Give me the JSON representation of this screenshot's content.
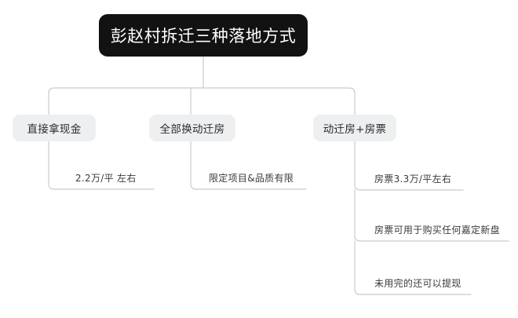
{
  "diagram": {
    "type": "org-tree",
    "orientation": "top-down",
    "background_color": "#ffffff",
    "connector_color": "#c9cbcd",
    "root": {
      "label": "彭赵村拆迁三种落地方式",
      "background_color": "#121212",
      "text_color": "#ffffff"
    },
    "branches": [
      {
        "label": "直接拿现金",
        "background_color": "#edeff1",
        "text_color": "#2b2b2b",
        "leaves": [
          {
            "label": "2.2万/平 左右"
          }
        ]
      },
      {
        "label": "全部换动迁房",
        "background_color": "#edeff1",
        "text_color": "#2b2b2b",
        "leaves": [
          {
            "label": "限定项目&品质有限"
          }
        ]
      },
      {
        "label": "动迁房+房票",
        "background_color": "#edeff1",
        "text_color": "#2b2b2b",
        "leaves": [
          {
            "label": "房票3.3万/平左右"
          },
          {
            "label": "房票可用于购买任何嘉定新盘"
          },
          {
            "label": "未用完的还可以提现"
          }
        ]
      }
    ]
  }
}
